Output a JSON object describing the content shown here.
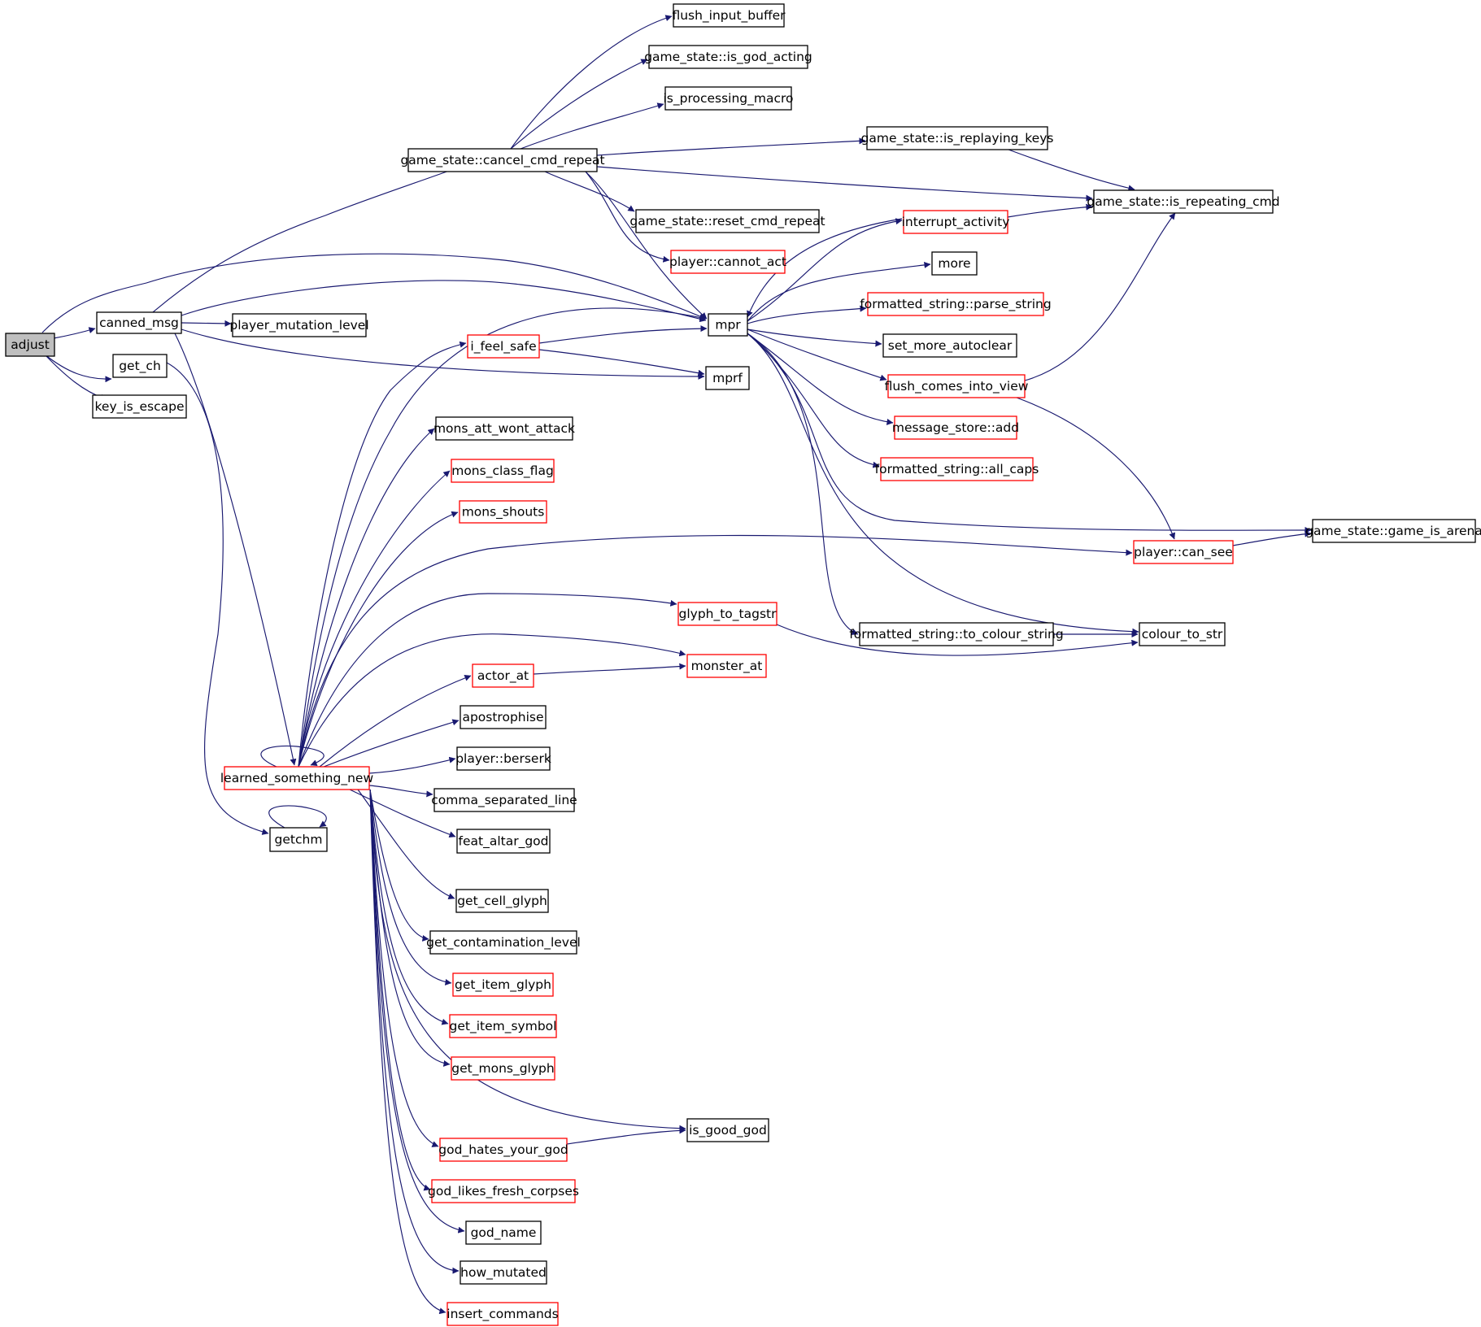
{
  "colors": {
    "edge": "#191970",
    "box_black": "#000000",
    "box_red": "#ff0000",
    "root_fill": "#bfbfbf"
  },
  "nodes": {
    "n0": {
      "label": "adjust",
      "style": "root"
    },
    "n1": {
      "label": "canned_msg",
      "style": "black"
    },
    "n2": {
      "label": "get_ch",
      "style": "black"
    },
    "n3": {
      "label": "key_is_escape",
      "style": "black"
    },
    "n4": {
      "label": "game_state::cancel_cmd_repeat",
      "style": "black"
    },
    "n5": {
      "label": "player_mutation_level",
      "style": "black"
    },
    "n6": {
      "label": "learned_something_new",
      "style": "red"
    },
    "n7": {
      "label": "getchm",
      "style": "black"
    },
    "n8": {
      "label": "mpr",
      "style": "black"
    },
    "n9": {
      "label": "mprf",
      "style": "black"
    },
    "n10": {
      "label": "i_feel_safe",
      "style": "red"
    },
    "n11": {
      "label": "mons_att_wont_attack",
      "style": "black"
    },
    "n12": {
      "label": "mons_class_flag",
      "style": "red"
    },
    "n13": {
      "label": "mons_shouts",
      "style": "red"
    },
    "n14": {
      "label": "glyph_to_tagstr",
      "style": "red"
    },
    "n15": {
      "label": "monster_at",
      "style": "red"
    },
    "n16": {
      "label": "actor_at",
      "style": "red"
    },
    "n17": {
      "label": "apostrophise",
      "style": "black"
    },
    "n18": {
      "label": "player::berserk",
      "style": "black"
    },
    "n19": {
      "label": "comma_separated_line",
      "style": "black"
    },
    "n20": {
      "label": "feat_altar_god",
      "style": "black"
    },
    "n21": {
      "label": "get_cell_glyph",
      "style": "black"
    },
    "n22": {
      "label": "get_contamination_level",
      "style": "black"
    },
    "n23": {
      "label": "get_item_glyph",
      "style": "red"
    },
    "n24": {
      "label": "get_item_symbol",
      "style": "red"
    },
    "n25": {
      "label": "get_mons_glyph",
      "style": "red"
    },
    "n26": {
      "label": "is_good_god",
      "style": "black"
    },
    "n27": {
      "label": "god_hates_your_god",
      "style": "red"
    },
    "n28": {
      "label": "god_likes_fresh_corpses",
      "style": "red"
    },
    "n29": {
      "label": "god_name",
      "style": "black"
    },
    "n30": {
      "label": "how_mutated",
      "style": "black"
    },
    "n31": {
      "label": "insert_commands",
      "style": "red"
    },
    "n32": {
      "label": "flush_input_buffer",
      "style": "black"
    },
    "n33": {
      "label": "game_state::is_god_acting",
      "style": "black"
    },
    "n34": {
      "label": "is_processing_macro",
      "style": "black"
    },
    "n35": {
      "label": "game_state::is_replaying_keys",
      "style": "black"
    },
    "n36": {
      "label": "game_state::is_repeating_cmd",
      "style": "black"
    },
    "n37": {
      "label": "game_state::reset_cmd_repeat",
      "style": "black"
    },
    "n38": {
      "label": "player::cannot_act",
      "style": "red"
    },
    "n39": {
      "label": "interrupt_activity",
      "style": "red"
    },
    "n40": {
      "label": "more",
      "style": "black"
    },
    "n41": {
      "label": "formatted_string::parse_string",
      "style": "red"
    },
    "n42": {
      "label": "set_more_autoclear",
      "style": "black"
    },
    "n43": {
      "label": "flush_comes_into_view",
      "style": "red"
    },
    "n44": {
      "label": "message_store::add",
      "style": "red"
    },
    "n45": {
      "label": "formatted_string::all_caps",
      "style": "red"
    },
    "n46": {
      "label": "game_state::game_is_arena",
      "style": "black"
    },
    "n47": {
      "label": "player::can_see",
      "style": "red"
    },
    "n48": {
      "label": "formatted_string::to_colour_string",
      "style": "black"
    },
    "n49": {
      "label": "colour_to_str",
      "style": "black"
    }
  }
}
